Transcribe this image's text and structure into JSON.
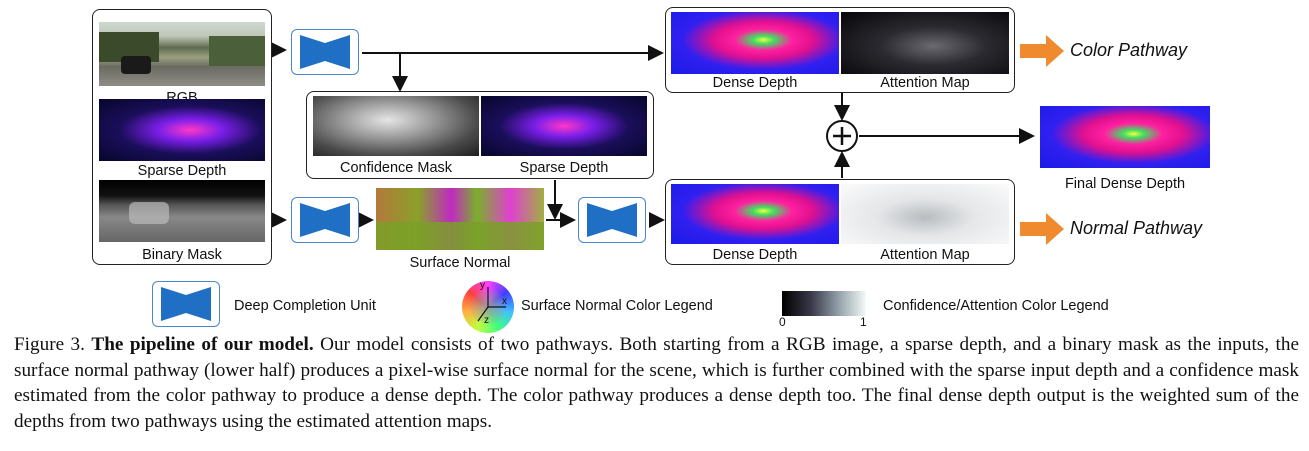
{
  "inputs": {
    "rgb_label": "RGB",
    "sparse_depth_label": "Sparse Depth",
    "binary_mask_label": "Binary Mask"
  },
  "middle": {
    "confidence_mask_label": "Confidence Mask",
    "sparse_depth_label": "Sparse Depth",
    "surface_normal_label": "Surface Normal"
  },
  "color_path": {
    "dense_depth_label": "Dense Depth",
    "attention_map_label": "Attention Map",
    "pathway_label": "Color Pathway"
  },
  "normal_path": {
    "dense_depth_label": "Dense Depth",
    "attention_map_label": "Attention Map",
    "pathway_label": "Normal Pathway"
  },
  "output": {
    "final_label": "Final Dense Depth"
  },
  "legend": {
    "unit_label": "Deep Completion Unit",
    "normal_legend_label": "Surface Normal Color Legend",
    "confidence_legend_label": "Confidence/Attention  Color Legend",
    "scale_min": "0",
    "scale_max": "1",
    "axis_y": "y",
    "axis_x": "x",
    "axis_z": "z"
  },
  "caption": {
    "prefix": "Figure 3. ",
    "bold": "The pipeline of our model.",
    "body": " Our model consists of two pathways. Both starting from a RGB image, a sparse depth, and a binary mask as the inputs, the surface normal pathway (lower half) produces a pixel-wise surface normal for the scene, which is further combined with the sparse input depth and a confidence mask estimated from the color pathway to produce a dense depth. The color pathway produces a dense depth too. The final dense depth output is the weighted sum of the depths from two pathways using the estimated attention maps."
  },
  "colors": {
    "unit_blue": "#1f6fc4",
    "unit_border": "#4a86c8",
    "arrow_orange": "#f08a2e",
    "depth_blue": "#1a1ae6",
    "depth_magenta": "#ff1aa0"
  }
}
